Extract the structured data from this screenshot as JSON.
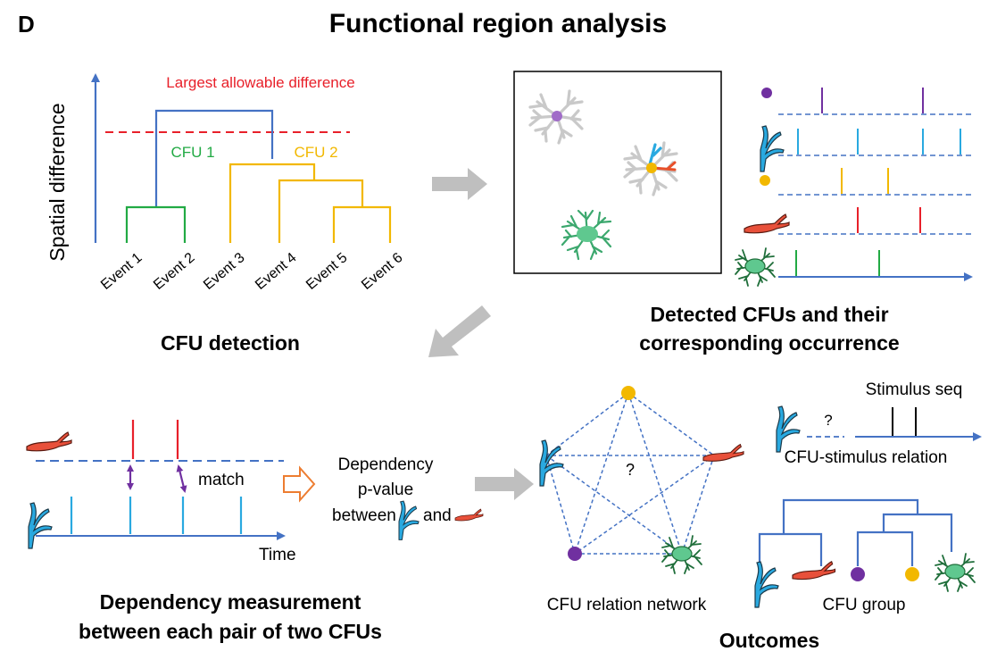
{
  "panel_letter": "D",
  "title": "Functional region analysis",
  "colors": {
    "blue": "#4472c4",
    "green": "#22aa44",
    "yellow": "#f2b800",
    "red": "#e8202a",
    "purple": "#7030a0",
    "cyan": "#29a9e0",
    "gray_arrow": "#bfbfbf",
    "orange": "#ed7d31"
  },
  "cfu_detection": {
    "title": "CFU detection",
    "y_axis_label": "Spatial difference",
    "threshold_label": "Largest allowable difference",
    "cluster_labels": [
      "CFU 1",
      "CFU 2"
    ],
    "events": [
      "Event 1",
      "Event 2",
      "Event 3",
      "Event 4",
      "Event 5",
      "Event 6"
    ]
  },
  "detected": {
    "title_line1": "Detected CFUs and their",
    "title_line2": "corresponding occurrence",
    "icons": [
      "purple-dot-icon",
      "cyan-branch-icon",
      "yellow-dot-icon",
      "red-branch-icon",
      "green-astrocyte-icon"
    ]
  },
  "dependency": {
    "title_line1": "Dependency measurement",
    "title_line2": "between each pair of two CFUs",
    "match_label": "match",
    "time_label": "Time",
    "result_line1": "Dependency",
    "result_line2": "p-value",
    "result_line3": "between",
    "result_and": "and"
  },
  "outcomes": {
    "title": "Outcomes",
    "network_label": "CFU relation network",
    "network_question": "?",
    "stimulus_label": "Stimulus seq",
    "stimulus_question": "?",
    "stimulus_relation_label": "CFU-stimulus relation",
    "group_label": "CFU group"
  }
}
